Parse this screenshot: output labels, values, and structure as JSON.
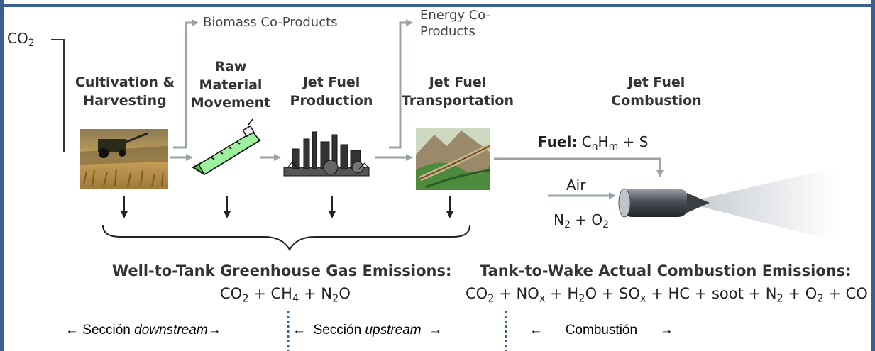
{
  "diagram": {
    "co2_input": {
      "base": "CO",
      "sub": "2"
    },
    "stages": [
      {
        "lines": [
          "Cultivation &",
          "Harvesting"
        ]
      },
      {
        "lines": [
          "Raw",
          "Material",
          "Movement"
        ]
      },
      {
        "lines": [
          "Jet Fuel",
          "Production"
        ]
      },
      {
        "lines": [
          "Jet Fuel",
          "Transportation"
        ]
      },
      {
        "lines": [
          "Jet Fuel",
          "Combustion"
        ]
      }
    ],
    "biomass_coproducts": "Biomass Co-Products",
    "energy_coproducts": [
      "Energy Co-",
      "Products"
    ],
    "fuel": {
      "label": "Fuel:",
      "formula": {
        "c": "C",
        "n": "n",
        "h": "H",
        "m": "m",
        "rest": " + S"
      }
    },
    "air": {
      "label": "Air",
      "formula": {
        "n": "N",
        "n_sub": "2",
        "plus": " + O",
        "o_sub": "2"
      }
    },
    "well_to_tank": {
      "title": "Well-to-Tank Greenhouse Gas Emissions:",
      "formula": [
        {
          "t": "CO"
        },
        {
          "s": "2"
        },
        {
          "t": " + CH"
        },
        {
          "s": "4"
        },
        {
          "t": " + N"
        },
        {
          "s": "2"
        },
        {
          "t": "O"
        }
      ]
    },
    "tank_to_wake": {
      "title": "Tank-to-Wake Actual Combustion Emissions:",
      "formula": [
        {
          "t": "CO"
        },
        {
          "s": "2"
        },
        {
          "t": " + NO"
        },
        {
          "s": "x"
        },
        {
          "t": " + H"
        },
        {
          "s": "2"
        },
        {
          "t": "O + SO"
        },
        {
          "s": "x"
        },
        {
          "t": " + HC + soot + N"
        },
        {
          "s": "2"
        },
        {
          "t": " + O"
        },
        {
          "s": "2"
        },
        {
          "t": " + CO"
        }
      ]
    }
  },
  "sections": {
    "downstream": {
      "arrow_left": "←",
      "prefix": "Sección ",
      "italic": "downstream",
      "arrow_right": "→"
    },
    "upstream": {
      "arrow_left": "←",
      "prefix": "Sección ",
      "italic": "upstream",
      "arrow_right": "→"
    },
    "combustion": {
      "arrow_left": "←",
      "label": "Combustión",
      "arrow_right": "→"
    }
  },
  "colors": {
    "frame": "#3b5f8e",
    "arrow_gray": "#9aa4a8",
    "dotted": "#3b5f8e"
  }
}
